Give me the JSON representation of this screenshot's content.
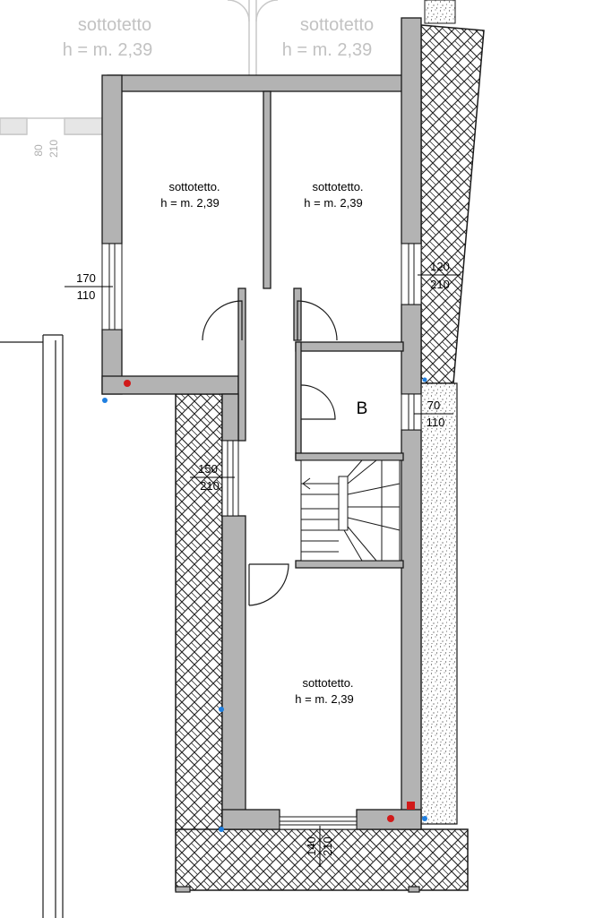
{
  "neighbor_rooms": [
    {
      "name": "sottotetto",
      "height": "h = m. 2,39"
    },
    {
      "name": "sottotetto",
      "height": "h = m. 2,39"
    }
  ],
  "rooms": [
    {
      "name": "sottotetto.",
      "height": "h = m. 2,39"
    },
    {
      "name": "sottotetto.",
      "height": "h = m. 2,39"
    },
    {
      "name": "sottotetto.",
      "height": "h = m. 2,39"
    }
  ],
  "bathroom_label": "B",
  "openings": [
    {
      "width": "170",
      "height": "110"
    },
    {
      "width": "120",
      "height": "210"
    },
    {
      "width": "70",
      "height": "110"
    },
    {
      "width": "150",
      "height": "210"
    },
    {
      "width": "140",
      "height": "210"
    },
    {
      "width": "80",
      "height": "210"
    }
  ],
  "colors": {
    "wall": "#b3b3b3",
    "wall_stroke": "#1a1a1a",
    "faded": "#c2c2c2",
    "marker_red": "#d11a1a",
    "marker_blue": "#1f7fe0"
  }
}
